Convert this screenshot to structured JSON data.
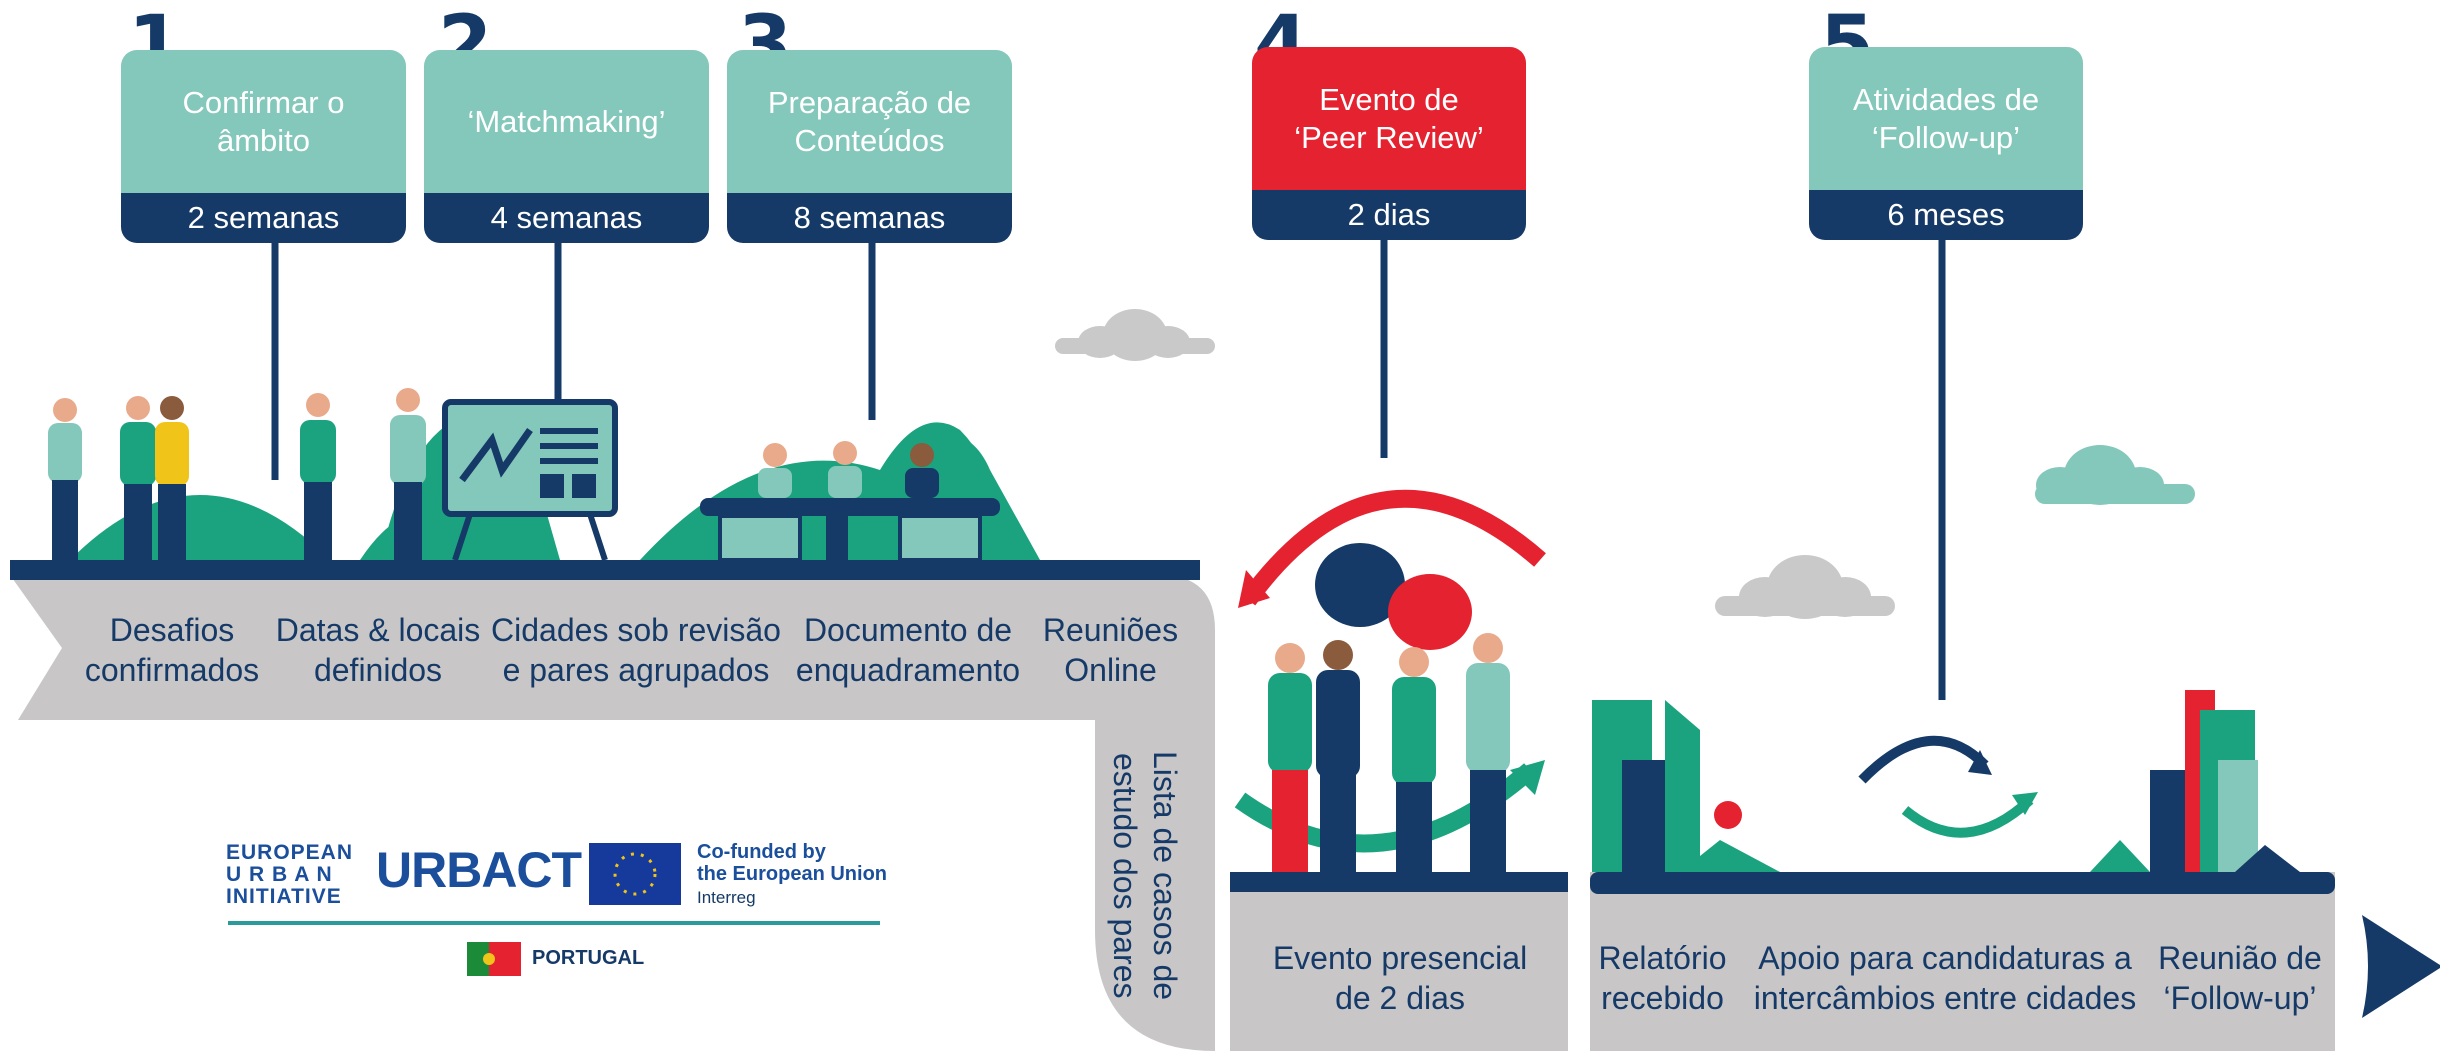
{
  "colors": {
    "navy": "#163a67",
    "teal": "#84c8bb",
    "green": "#1ba37f",
    "red": "#e52330",
    "grey_band": "#c8c6c7",
    "cloud": "#c9c9c9"
  },
  "steps": [
    {
      "number": "1",
      "title": "Confirmar o\nâmbito",
      "duration": "2 semanas",
      "color": "teal"
    },
    {
      "number": "2",
      "title": "‘Matchmaking’",
      "duration": "4 semanas",
      "color": "teal"
    },
    {
      "number": "3",
      "title": "Preparação de\nConteúdos",
      "duration": "8 semanas",
      "color": "teal"
    },
    {
      "number": "4",
      "title": "Evento de\n‘Peer Review’",
      "duration": "2 dias",
      "color": "red"
    },
    {
      "number": "5",
      "title": "Atividades de\n‘Follow-up’",
      "duration": "6 meses",
      "color": "teal"
    }
  ],
  "band_labels": {
    "desafios": "Desafios\nconfirmados",
    "datas": "Datas & locais\ndefinidos",
    "cidades": "Cidades sob revisão\ne pares agrupados",
    "documento": "Documento de\nenquadramento",
    "reunioes": "Reuniões\nOnline",
    "lista": "Lista de casos de\nestudo dos pares",
    "evento": "Evento presencial\nde 2 dias",
    "relatorio": "Relatório\nrecebido",
    "apoio": "Apoio para candidaturas a\nintercâmbios entre cidades",
    "reuniao_followup": "Reunião de\n‘Follow-up’"
  },
  "logos": {
    "eui_line1": "EUROPEAN",
    "eui_line2": "U R B A N",
    "eui_line3": "INITIATIVE",
    "urbact": "URBACT",
    "cofunded_line1": "Co-funded by",
    "cofunded_line2": "the European Union",
    "interreg": "Interreg",
    "portugal": "PORTUGAL"
  },
  "icons": {
    "cloud": "cloud-icon",
    "cycle": "cycle-arrows-icon",
    "chevron": "chevron-right-icon",
    "presentation": "presentation-board-icon"
  }
}
